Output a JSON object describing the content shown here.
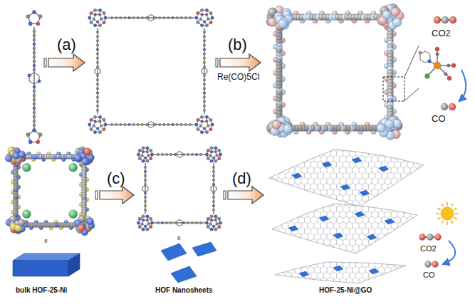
{
  "diagram": {
    "labels": [
      "(a)",
      "(b)",
      "Re(CO)5Cl",
      "CO2",
      "CO",
      "(c)",
      "(d)",
      "II",
      "II",
      "bulk HOF-25-Ni",
      "HOF Nanosheets",
      "HOF-25-Ni@GO",
      "CO2",
      "CO"
    ]
  }
}
